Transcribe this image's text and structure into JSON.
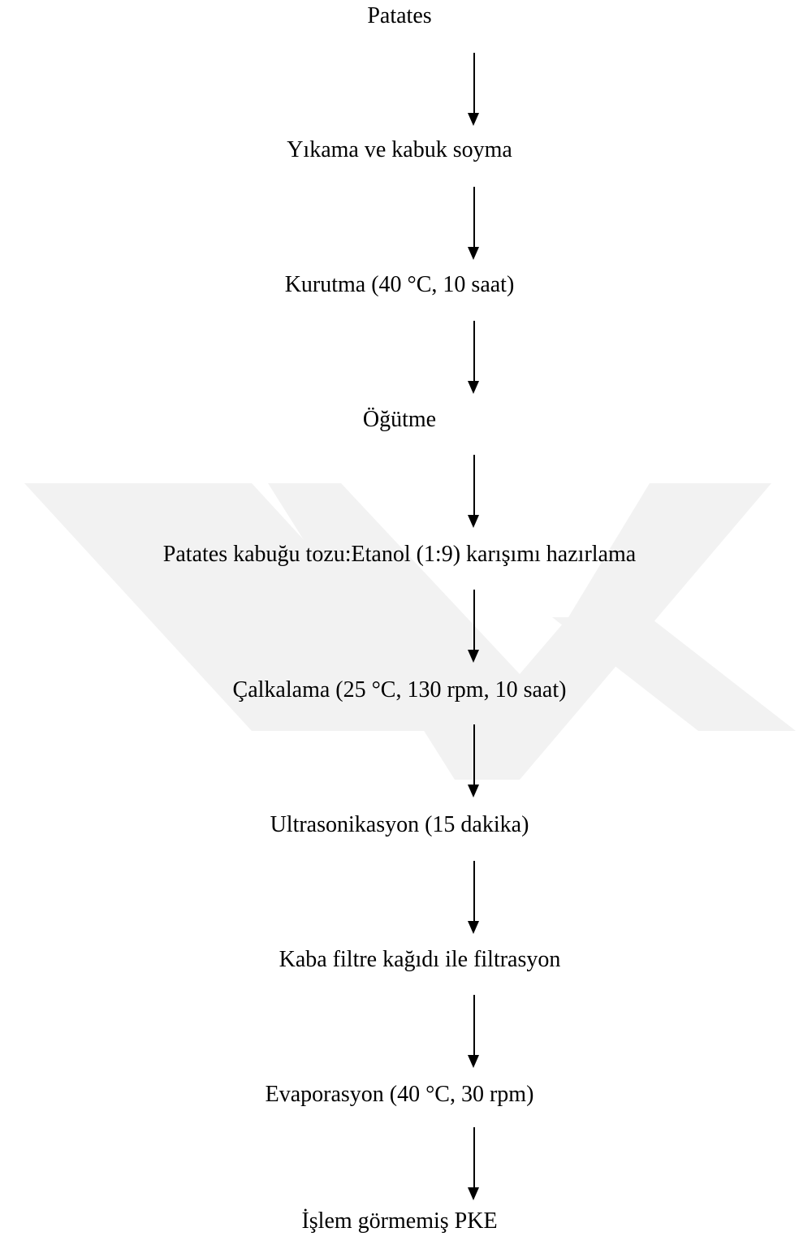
{
  "watermark_color": "#f2f2f2",
  "steps": [
    "Patates",
    "Yıkama ve kabuk soyma",
    "Kurutma (40 °C, 10 saat)",
    "Öğütme",
    "Patates kabuğu tozu:Etanol (1:9) karışımı hazırlama",
    "Çalkalama (25 °C, 130 rpm, 10 saat)",
    "Ultrasonikasyon (15 dakika)",
    "Kaba filtre kağıdı ile filtrasyon",
    "Evaporasyon (40 °C, 30 rpm)",
    "İşlem görmemiş PKE"
  ]
}
